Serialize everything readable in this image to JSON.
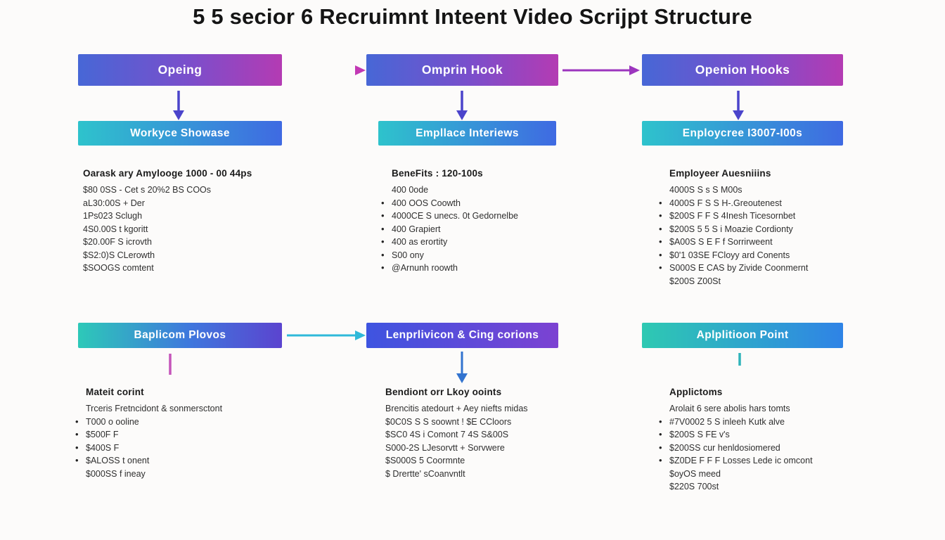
{
  "title": "5 5 secior 6 Recruimnt Inteent Video Scrijpt Structure",
  "colors": {
    "background": "#fcfbfa",
    "row1_gradient": [
      "#4767d6",
      "#b43bb3"
    ],
    "row2_gradient": [
      "#2ec3cc",
      "#3f6ae2"
    ],
    "bottom_left_gradient": [
      "#2dc9b8",
      "#5b44cf"
    ],
    "bottom_mid_gradient": [
      "#3e54e0",
      "#7c42d2"
    ],
    "bottom_right_gradient": [
      "#2ec9b2",
      "#2f83e6"
    ],
    "arrow_magenta": "#c238b4",
    "arrow_purple": "#9c35be",
    "arrow_indigo": "#4b44cb",
    "arrow_cyan": "#2fb9d9",
    "arrow_blue": "#3273cf",
    "line_magenta": "#c554ba",
    "line_teal": "#2fb3ba"
  },
  "columns": [
    {
      "top_box": "Opeing",
      "mid_box": "Workyce Showase",
      "top_list": {
        "heading": "Oarask ary Amylooge 1000 - 00 44ps",
        "lines": [
          {
            "text": "$80 0SS - Cet s 20%2 BS COOs",
            "bullet": false
          },
          {
            "text": "aL30:00S + Der",
            "bullet": false
          },
          {
            "text": "1Ps023 Sclugh",
            "bullet": false
          },
          {
            "text": "4S0.00S t kgoritt",
            "bullet": false
          },
          {
            "text": "$20.00F S icrovth",
            "bullet": false
          },
          {
            "text": "$S2:0)S CLerowth",
            "bullet": false
          },
          {
            "text": "$SOOGS comtent",
            "bullet": false
          }
        ]
      },
      "bottom_box": "Baplicom Plovos",
      "bottom_list": {
        "heading": "Mateit corint",
        "lines": [
          {
            "text": "Trceris Fretncidont & sonmersctont",
            "bullet": false
          },
          {
            "text": "T000 o ooline",
            "bullet": true
          },
          {
            "text": "$500F F",
            "bullet": true
          },
          {
            "text": "$400S F",
            "bullet": true
          },
          {
            "text": "$ALOSS t onent",
            "bullet": true
          },
          {
            "text": "$000SS f ineay",
            "bullet": false
          }
        ]
      }
    },
    {
      "top_box": "Omprin Hook",
      "mid_box": "Empllace Interiews",
      "top_list": {
        "heading": "BeneFits : 120-100s",
        "lines": [
          {
            "text": "400 0ode",
            "bullet": false
          },
          {
            "text": "400 OOS Coowth",
            "bullet": true
          },
          {
            "text": "4000CE S unecs. 0t Gedornelbe",
            "bullet": true
          },
          {
            "text": "400 Grapiert",
            "bullet": true
          },
          {
            "text": "400 as erortity",
            "bullet": true
          },
          {
            "text": "S00 ony",
            "bullet": true
          },
          {
            "text": "@Arnunh roowth",
            "bullet": true
          }
        ]
      },
      "bottom_box": "Lenprlivicon & Cing corions",
      "bottom_list": {
        "heading": "Bendiont orr Lkoy ooints",
        "lines": [
          {
            "text": "Brencitis atedourt + Aey niefts midas",
            "bullet": false
          },
          {
            "text": "$0C0S S S soownt ! $E CCloors",
            "bullet": false
          },
          {
            "text": "$SC0 4S i Comont 7 4S S&00S",
            "bullet": false
          },
          {
            "text": "S000-2S LJesorvtt + Sorvwere",
            "bullet": false
          },
          {
            "text": "$S000S 5 Coormnte",
            "bullet": false
          },
          {
            "text": "$ Drertte' sCoanvntlt",
            "bullet": false
          }
        ]
      }
    },
    {
      "top_box": "Openion Hooks",
      "mid_box": "Enploycree I3007-I00s",
      "top_list": {
        "heading": "Employeer Auesniiins",
        "lines": [
          {
            "text": "4000S S s S M00s",
            "bullet": false
          },
          {
            "text": "4000S F S S H-.Greoutenest",
            "bullet": true
          },
          {
            "text": "$200S F F S 4Inesh Ticesornbet",
            "bullet": true
          },
          {
            "text": "$200S 5 5 S i Moazie Cordionty",
            "bullet": true
          },
          {
            "text": "$A00S S E F f Sorrirweent",
            "bullet": true
          },
          {
            "text": "$0'1 03SE FCloyy ard Conents",
            "bullet": true
          },
          {
            "text": "S000S E CAS by Zivide Coonmernt",
            "bullet": true
          },
          {
            "text": "$200S Z00St",
            "bullet": false
          }
        ]
      },
      "bottom_box": "Aplplitioon Point",
      "bottom_list": {
        "heading": "Applictoms",
        "lines": [
          {
            "text": "Arolait 6 sere abolis hars tomts",
            "bullet": false
          },
          {
            "text": "#7V0002 5 S inleeh Kutk alve",
            "bullet": true
          },
          {
            "text": "$200S S FE v's",
            "bullet": true
          },
          {
            "text": "$200SS cur henldosiomered",
            "bullet": true
          },
          {
            "text": "$Z0DE F F F Losses Lede ic omcont",
            "bullet": true
          },
          {
            "text": "$oyOS meed",
            "bullet": false
          },
          {
            "text": "$220S 700st",
            "bullet": false
          }
        ]
      }
    }
  ]
}
